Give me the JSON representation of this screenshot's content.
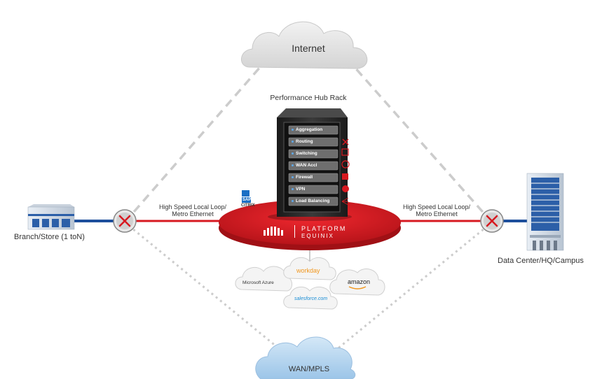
{
  "clouds": {
    "internet": "Internet",
    "wan": "WAN/MPLS"
  },
  "rack": {
    "title": "Performance Hub Rack",
    "modules": [
      "Aggregation",
      "Routing",
      "Switching",
      "WAN Accl",
      "Firewall",
      "VPN",
      "Load Balancing"
    ]
  },
  "platform": {
    "brand_line1": "PLATFORM",
    "brand_line2": "EQUINIX"
  },
  "links": {
    "left": [
      "High Speed Local Loop/",
      "Metro Ethernet"
    ],
    "right": [
      "High Speed Local Loop/",
      "Metro Ethernet"
    ]
  },
  "endpoints": {
    "branch": "Branch/Store (1 toN)",
    "datacenter": "Data Center/HQ/Campus"
  },
  "partners": {
    "sap": "SAP",
    "citrix": "CITRIX",
    "azure": "Microsoft Azure",
    "workday": "workday",
    "amazon": "amazon",
    "salesforce": "salesforce.com"
  },
  "colors": {
    "platform_red": "#d71920",
    "cloud_grey": "#e6e6e6",
    "wan_blue": "#b9d8f0",
    "line_blue": "#1d4f9c",
    "dash_grey": "#cccccc",
    "rack_dark": "#2b2b2b"
  },
  "icons": [
    "router-icon",
    "branch-building-icon",
    "datacenter-building-icon",
    "server-rack-icon"
  ]
}
